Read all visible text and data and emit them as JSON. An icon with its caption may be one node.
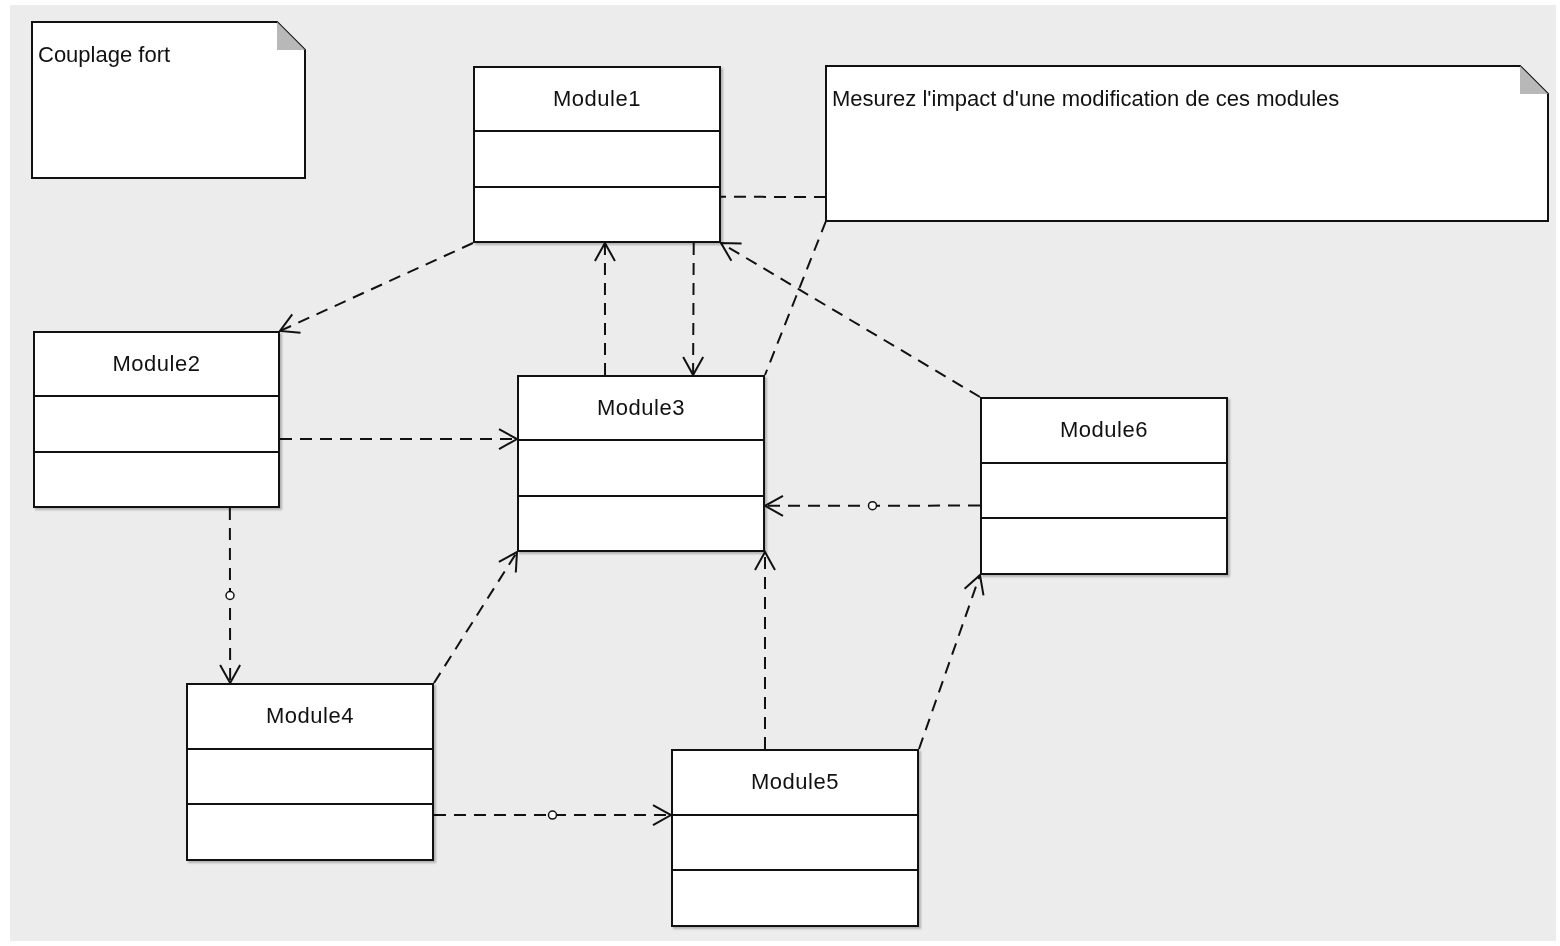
{
  "diagram": {
    "nodes": [
      {
        "text": [
          "Couplage fort"
        ]
      },
      {
        "text": [
          "Module1"
        ]
      },
      {
        "text": [
          "Mesurez l'impact d'une modification de ces modules"
        ]
      },
      {
        "text": [
          "Module2"
        ]
      },
      {
        "text": [
          "Module3"
        ]
      },
      {
        "text": [
          "Module6"
        ]
      },
      {
        "text": [
          "Module4"
        ]
      },
      {
        "text": [
          "Module5"
        ]
      }
    ],
    "edges": [
      {
        "from": 1,
        "to": 3,
        "arrow": "to",
        "style": "dashed"
      },
      {
        "from": 4,
        "to": 1,
        "arrow": "to",
        "style": "dashed"
      },
      {
        "from": 1,
        "to": 4,
        "arrow": "to",
        "style": "dashed"
      },
      {
        "from": 5,
        "to": 1,
        "arrow": "to",
        "style": "dashed"
      },
      {
        "from": 2,
        "to": 1,
        "arrow": "none",
        "style": "dashed"
      },
      {
        "from": 2,
        "to": 4,
        "arrow": "none",
        "style": "dashed"
      },
      {
        "from": 3,
        "to": 4,
        "arrow": "to",
        "style": "dashed"
      },
      {
        "from": 5,
        "to": 4,
        "arrow": "to",
        "style": "dashed"
      },
      {
        "from": 3,
        "to": 6,
        "arrow": "to",
        "style": "dashed"
      },
      {
        "from": 6,
        "to": 4,
        "arrow": "to",
        "style": "dashed"
      },
      {
        "from": 7,
        "to": 4,
        "arrow": "to",
        "style": "dashed"
      },
      {
        "from": 6,
        "to": 7,
        "arrow": "to",
        "style": "dashed"
      },
      {
        "from": 7,
        "to": 5,
        "arrow": "to",
        "style": "dashed"
      }
    ]
  }
}
